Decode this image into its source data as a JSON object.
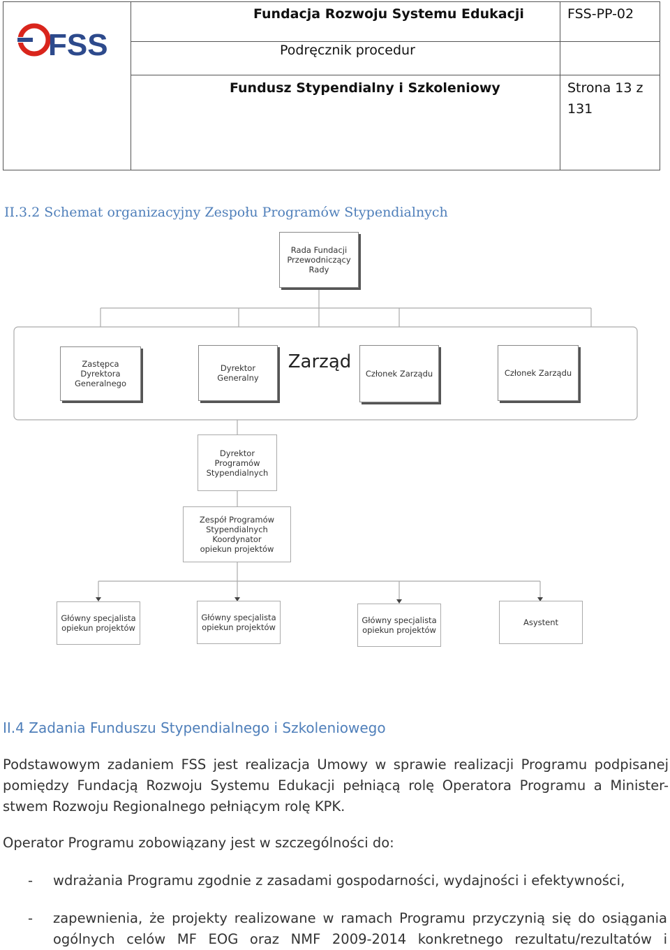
{
  "header": {
    "logo_text": "FSS",
    "organization": "Fundacja Rozwoju Systemu Edukacji",
    "doc_code": "FSS-PP-02",
    "doc_type": "Podręcznik procedur",
    "fund_name": "Fundusz Stypendialny i Szkoleniowy",
    "page_line1": "Strona 13 z",
    "page_line2": "131"
  },
  "section_org": {
    "heading": "II.3.2 Schemat organizacyjny Zespołu Programów Stypendialnych"
  },
  "org_chart": {
    "rada": [
      "Rada Fundacji",
      "Przewodniczący",
      "Rady"
    ],
    "zarzad_label": "Zarząd",
    "zastepca": [
      "Zastępca Dyrektora",
      "Generalnego"
    ],
    "dyrektor_generalny": "Dyrektor Generalny",
    "czlonek_1": "Członek Zarządu",
    "czlonek_2": "Członek Zarządu",
    "dyrektor_programow": [
      "Dyrektor",
      "Programów",
      "Stypendialnych"
    ],
    "zespol": [
      "Zespół Programów",
      "Stypendialnych",
      "Koordynator",
      "opiekun projektów"
    ],
    "specjalisci": [
      [
        "Główny specjalista",
        "opiekun projektów"
      ],
      [
        "Główny specjalista",
        "opiekun projektów"
      ],
      [
        "Główny specjalista",
        "opiekun projektów"
      ]
    ],
    "asystent": "Asystent"
  },
  "section_tasks": {
    "heading": "II.4 Zadania Funduszu Stypendialnego i Szkoleniowego",
    "para1": [
      "Podstawowym zadaniem FSS jest realizacja Umowy w sprawie realizacji Programu podpisanej",
      "pomiędzy Fundacją Rozwoju Systemu Edukacji pełniącą rolę Operatora Programu a Minister-",
      "stwem Rozwoju Regionalnego pełniącym rolę KPK."
    ],
    "para2": "Operator Programu zobowiązany jest w szczególności do:",
    "bullets": [
      {
        "dash": "-",
        "lines": [
          "wdrażania Programu zgodnie z zasadami gospodarności, wydajności i efektywności,"
        ]
      },
      {
        "dash": "-",
        "lines": [
          "zapewnienia, że projekty realizowane w ramach Programu przyczynią się do osiągania",
          "ogólnych celów MF EOG oraz NMF 2009-2014 konkretnego rezultatu/rezultatów i"
        ]
      }
    ]
  }
}
